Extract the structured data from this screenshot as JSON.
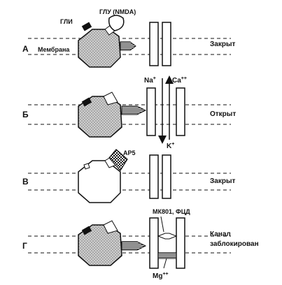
{
  "ligands": {
    "gly": "ГЛИ",
    "glu": "ГЛУ (NMDA)",
    "ap5": "AP5"
  },
  "membrane_label": "Мембрана",
  "rows": [
    {
      "letter": "А",
      "state": "Закрыт"
    },
    {
      "letter": "Б",
      "state": "Открыт"
    },
    {
      "letter": "В",
      "state": "Закрыт"
    },
    {
      "letter": "Г",
      "state_line1": "Канал",
      "state_line2": "заблокирован"
    }
  ],
  "ions": {
    "na": "Na",
    "na_sup": "+",
    "ca": "Ca",
    "ca_sup": "++",
    "k": "K",
    "k_sup": "+",
    "mg": "Mg",
    "mg_sup": "++"
  },
  "blockers": "МК801, ФЦД"
}
